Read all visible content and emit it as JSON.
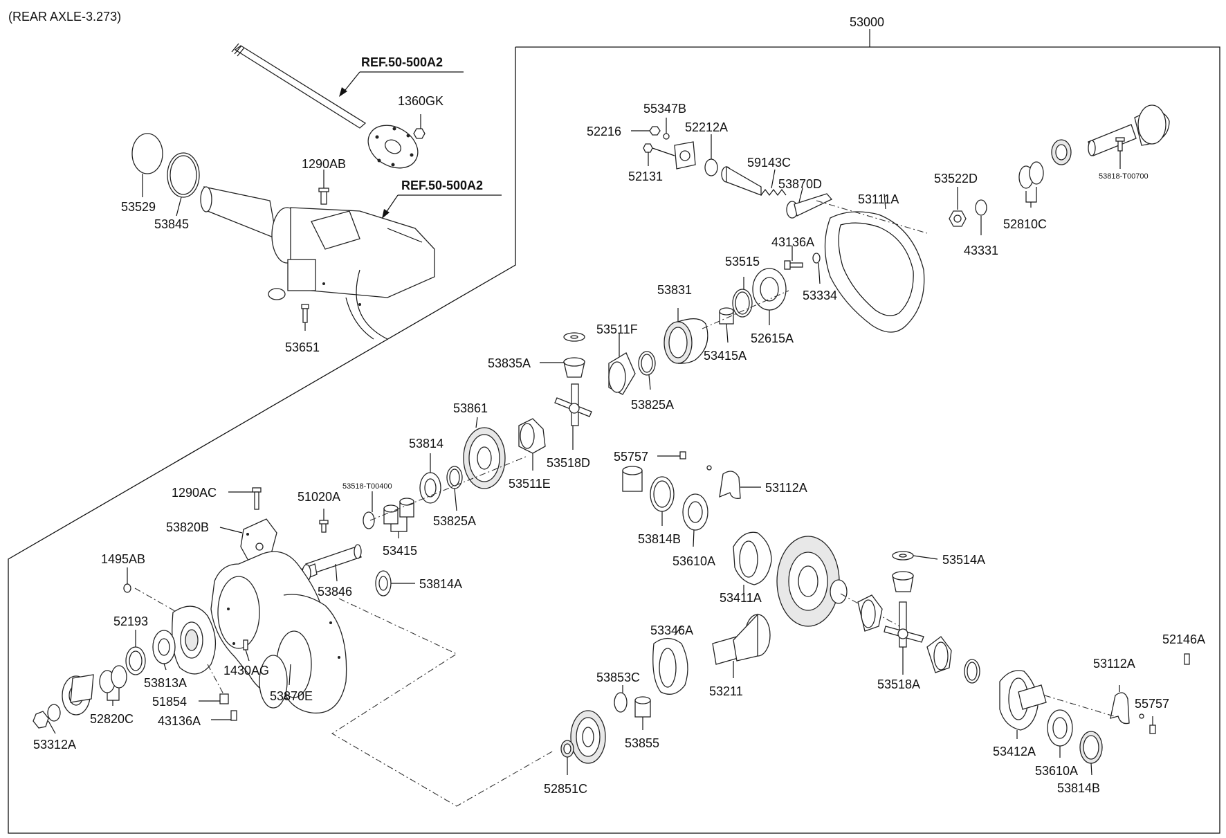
{
  "header": {
    "title": "(REAR AXLE-3.273)"
  },
  "assembly_label": "53000",
  "refs": {
    "ref1": "REF.50-500A2",
    "ref2": "REF.50-500A2"
  },
  "labels": {
    "p1360GK": "1360GK",
    "p1290AB": "1290AB",
    "p53529": "53529",
    "p53845": "53845",
    "p53651": "53651",
    "p55347B": "55347B",
    "p52216": "52216",
    "p52212A": "52212A",
    "p52131": "52131",
    "p59143C": "59143C",
    "p53870D": "53870D",
    "p53111A": "53111A",
    "p53522D": "53522D",
    "p43331": "43331",
    "p52810C": "52810C",
    "p53818T00700": "53818-T00700",
    "p43136A_top": "43136A",
    "p53334": "53334",
    "p53515": "53515",
    "p52615A": "52615A",
    "p53831": "53831",
    "p53415A": "53415A",
    "p53511F": "53511F",
    "p53835A": "53835A",
    "p53825A_top": "53825A",
    "p53861": "53861",
    "p53511E": "53511E",
    "p53518D": "53518D",
    "p53814": "53814",
    "p53825A": "53825A",
    "p53518T00400": "53518-T00400",
    "p53415": "53415",
    "p51020A": "51020A",
    "p1290AC": "1290AC",
    "p53820B": "53820B",
    "p53846": "53846",
    "p53814A": "53814A",
    "p1495AB": "1495AB",
    "p52193": "52193",
    "p53813A": "53813A",
    "p1430AG": "1430AG",
    "p53870E": "53870E",
    "p51854": "51854",
    "p43136A_bot": "43136A",
    "p52820C": "52820C",
    "p53312A": "53312A",
    "p55757_top": "55757",
    "p53112A_top": "53112A",
    "p53814B_mid": "53814B",
    "p53610A_mid": "53610A",
    "p53411A": "53411A",
    "p53514A": "53514A",
    "p53346A": "53346A",
    "p53853C": "53853C",
    "p53211": "53211",
    "p53855": "53855",
    "p52851C": "52851C",
    "p53518A": "53518A",
    "p52146A": "52146A",
    "p53112A_bot": "53112A",
    "p55757_bot": "55757",
    "p53412A": "53412A",
    "p53610A_bot": "53610A",
    "p53814B_bot": "53814B"
  }
}
